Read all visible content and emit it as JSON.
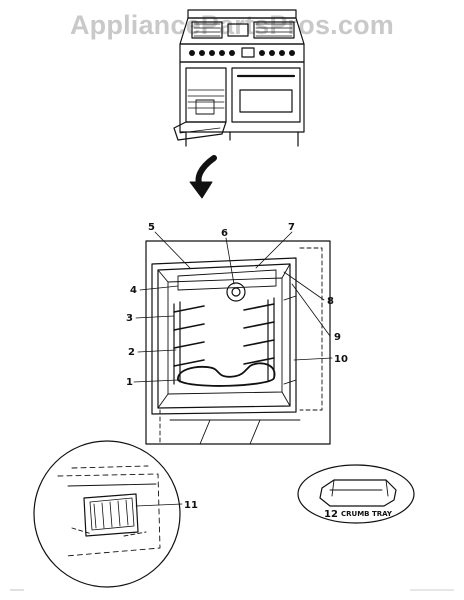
{
  "watermark": {
    "text": "AppliancePartsPros.com",
    "color": "#c9c9c9"
  },
  "callouts": {
    "c1": "1",
    "c2": "2",
    "c3": "3",
    "c4": "4",
    "c5": "5",
    "c6": "6",
    "c7": "7",
    "c8": "8",
    "c9": "9",
    "c10": "10",
    "c11": "11",
    "c12": "12"
  },
  "crumb_tray": {
    "label": "CRUMB TRAY"
  },
  "icons": {
    "arrow": "curved-arrow-down-icon"
  },
  "colors": {
    "line": "#111111",
    "background": "#ffffff"
  }
}
